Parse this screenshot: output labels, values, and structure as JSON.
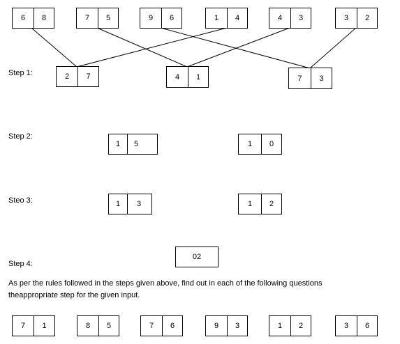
{
  "input_row": [
    {
      "a": "6",
      "b": "8"
    },
    {
      "a": "7",
      "b": "5"
    },
    {
      "a": "9",
      "b": "6"
    },
    {
      "a": "1",
      "b": "4"
    },
    {
      "a": "4",
      "b": "3"
    },
    {
      "a": "3",
      "b": "2"
    }
  ],
  "step1": {
    "label": "Step 1:",
    "boxes": [
      {
        "a": "2",
        "b": "7"
      },
      {
        "a": "4",
        "b": "1"
      },
      {
        "a": "7",
        "b": "3"
      }
    ]
  },
  "step2": {
    "label": "Step 2:",
    "boxes": [
      {
        "a": "1",
        "b": "5"
      },
      {
        "a": "1",
        "b": "0"
      }
    ]
  },
  "step3": {
    "label": "Steo 3:",
    "boxes": [
      {
        "a": "1",
        "b": "3"
      },
      {
        "a": "1",
        "b": "2"
      }
    ]
  },
  "step4": {
    "label": "Step 4:",
    "value": "02"
  },
  "instructions": {
    "line1": "As per the rules  followed in the steps given above, find out in each of the following  questions",
    "line2": "theappropriate step for the given input."
  },
  "question_row": [
    {
      "a": "7",
      "b": "1"
    },
    {
      "a": "8",
      "b": "5"
    },
    {
      "a": "7",
      "b": "6"
    },
    {
      "a": "9",
      "b": "3"
    },
    {
      "a": "1",
      "b": "2"
    },
    {
      "a": "3",
      "b": "6"
    }
  ]
}
